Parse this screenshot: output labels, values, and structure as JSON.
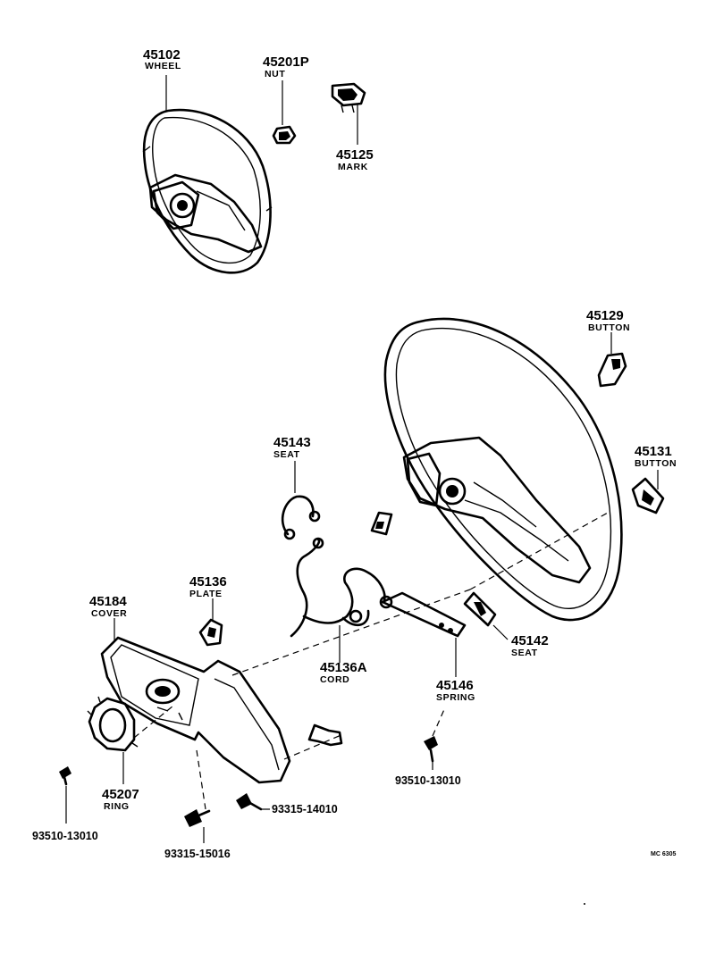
{
  "parts": {
    "p45102": {
      "number": "45102",
      "name": "WHEEL"
    },
    "p45201p": {
      "number": "45201P",
      "name": "NUT"
    },
    "p45125": {
      "number": "45125",
      "name": "MARK"
    },
    "p45129": {
      "number": "45129",
      "name": "BUTTON"
    },
    "p45131": {
      "number": "45131",
      "name": "BUTTON"
    },
    "p45143": {
      "number": "45143",
      "name": "SEAT"
    },
    "p45136": {
      "number": "45136",
      "name": "PLATE"
    },
    "p45184": {
      "number": "45184",
      "name": "COVER"
    },
    "p45136a": {
      "number": "45136A",
      "name": "CORD"
    },
    "p45142": {
      "number": "45142",
      "name": "SEAT"
    },
    "p45146": {
      "number": "45146",
      "name": "SPRING"
    },
    "p45207": {
      "number": "45207",
      "name": "RING"
    }
  },
  "fasteners": {
    "screw_left": "93510-13010",
    "screw_right": "93510-13010",
    "screw_14010": "93315-14010",
    "screw_15016": "93315-15016"
  },
  "drawing_code": "MC 6305"
}
